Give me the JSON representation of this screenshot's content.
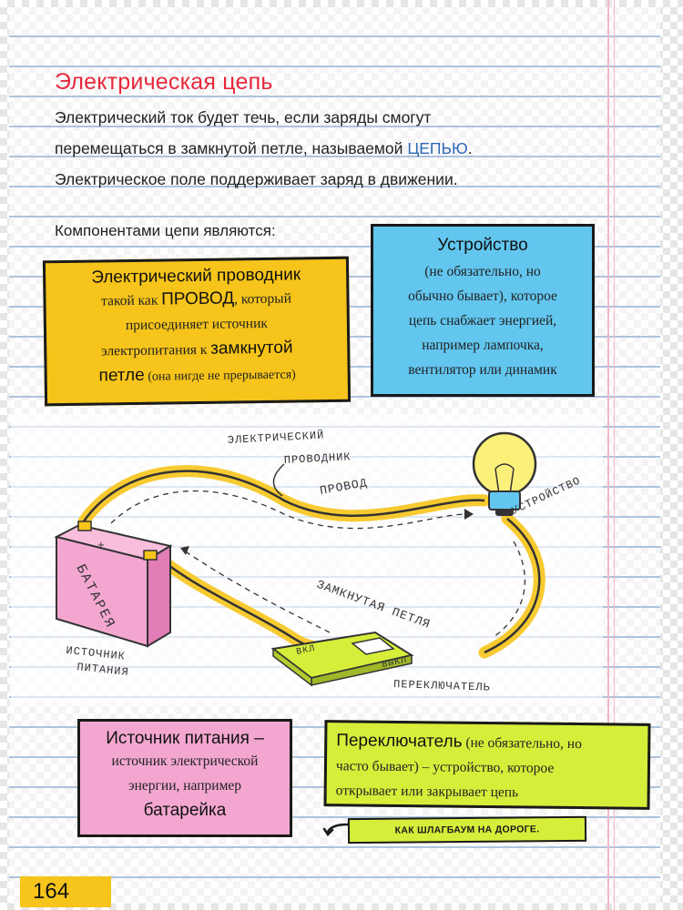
{
  "heading": "Электрическая цепь",
  "intro": {
    "line1": "Электрический ток будет течь, если заряды смогут",
    "line2_before": "перемещаться в замкнутой петле, называемой ",
    "line2_accent": "ЦЕПЬЮ",
    "line2_after": ".",
    "line3": "Электрическое поле поддерживает заряд в движении."
  },
  "components_label": "Компонентами цепи являются:",
  "conductor_box": {
    "title": "Электрический проводник",
    "text1": "такой как ",
    "bold1": "ПРОВОД",
    "text2": ", который",
    "text3": "присоединяет источник",
    "text4": "электропитания к ",
    "bold2": "замкнутой",
    "bold3": "петле",
    "text5": " (она нигде не прерывается)"
  },
  "device_box": {
    "title": "Устройство",
    "line1": "(не обязательно, но",
    "line2": "обычно бывает), которое",
    "line3": "цепь снабжает энергией,",
    "line4": "например лампочка,",
    "line5": "вентилятор или динамик"
  },
  "diagram": {
    "conductor_label1": "ЭЛЕКТРИЧЕСКИЙ",
    "conductor_label2": "ПРОВОДНИК",
    "wire_label": "ПРОВОД",
    "device_label": "УСТРОЙСТВО",
    "loop_label": "ЗАМКНУТАЯ ПЕТЛЯ",
    "battery_label": "БАТАРЕЯ",
    "source_label1": "ИСТОЧНИК",
    "source_label2": "ПИТАНИЯ",
    "switch_on": "ВКЛ",
    "switch_off": "ВЫКЛ",
    "switch_label": "ПЕРЕКЛЮЧАТЕЛЬ",
    "plus": "+",
    "minus": "–"
  },
  "source_box": {
    "title": "Источник питания –",
    "line1": "источник электрической",
    "line2": "энергии, например",
    "bold": "батарейка"
  },
  "switch_box": {
    "title": "Переключатель",
    "text1": " (не обязательно, но",
    "line2": "часто бывает) – устройство, которое",
    "line3": "открывает или закрывает цепь"
  },
  "note": "КАК ШЛАГБАУМ НА ДОРОГЕ.",
  "page_number": "164",
  "colors": {
    "heading": "#e8283c",
    "accent": "#2c68b8",
    "yellow": "#f6c41a",
    "blue": "#62c6ef",
    "pink": "#f3a7d0",
    "lime": "#d6ee3a"
  }
}
